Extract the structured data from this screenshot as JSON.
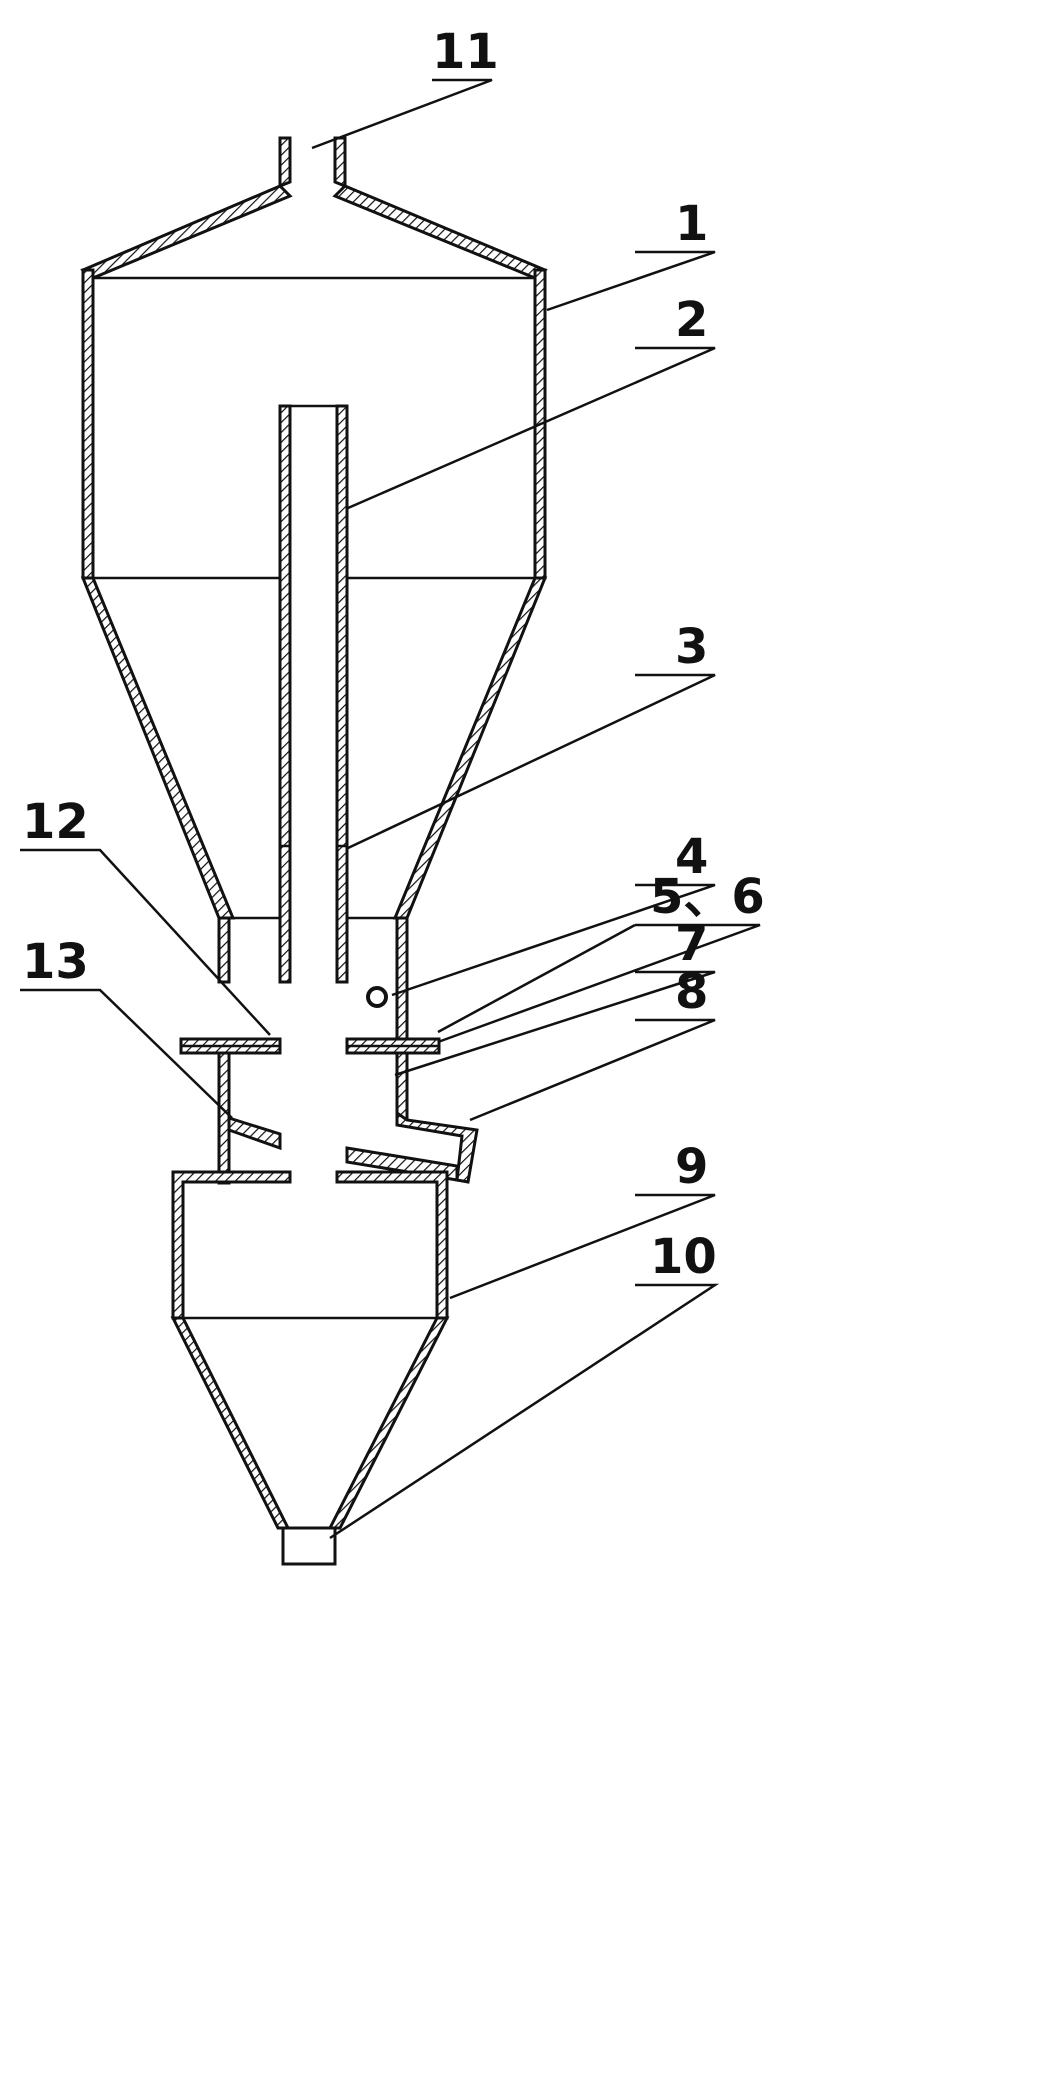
{
  "diagram": {
    "labels": [
      {
        "id": "11",
        "text": "11"
      },
      {
        "id": "1",
        "text": "1"
      },
      {
        "id": "2",
        "text": "2"
      },
      {
        "id": "3",
        "text": "3"
      },
      {
        "id": "4",
        "text": "4"
      },
      {
        "id": "5-6",
        "text": "5、6"
      },
      {
        "id": "7",
        "text": "7"
      },
      {
        "id": "8",
        "text": "8"
      },
      {
        "id": "12",
        "text": "12"
      },
      {
        "id": "13",
        "text": "13"
      },
      {
        "id": "9",
        "text": "9"
      },
      {
        "id": "10",
        "text": "10"
      }
    ]
  }
}
